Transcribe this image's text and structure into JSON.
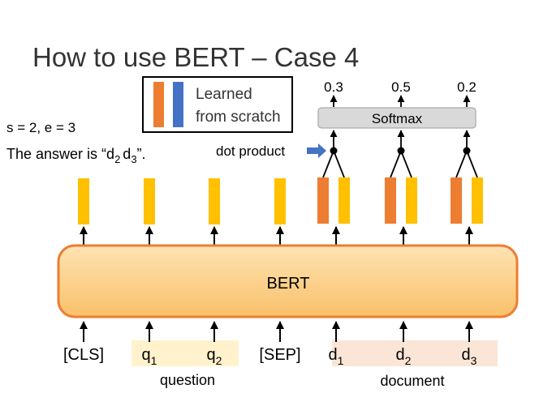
{
  "title": "How to use BERT – Case 4",
  "legend": {
    "line1": "Learned",
    "line2": "from scratch"
  },
  "span_info": "s = 2, e = 3",
  "answer": {
    "prefix": "The answer is “",
    "d": "d",
    "sub2": "2",
    "sub3": "3",
    "suffix": "”."
  },
  "dot_product_label": "dot product",
  "softmax_label": "Softmax",
  "softmax_outputs": [
    "0.3",
    "0.5",
    "0.2"
  ],
  "model_label": "BERT",
  "tokens": [
    {
      "main": "[CLS]",
      "sub": ""
    },
    {
      "main": "q",
      "sub": "1"
    },
    {
      "main": "q",
      "sub": "2"
    },
    {
      "main": "[SEP]",
      "sub": ""
    },
    {
      "main": "d",
      "sub": "1"
    },
    {
      "main": "d",
      "sub": "2"
    },
    {
      "main": "d",
      "sub": "3"
    }
  ],
  "group_labels": {
    "question": "question",
    "document": "document"
  },
  "colors": {
    "bert_fill": "#fbd38d",
    "bert_stroke": "#ed7d31",
    "yellow_vec": "#ffc000",
    "orange_vec": "#ed7d31",
    "blue_vec": "#4472c4",
    "softmax_fill": "#d9d9d9",
    "question_bg": "#fff2cc",
    "document_bg": "#fbe5d6"
  }
}
